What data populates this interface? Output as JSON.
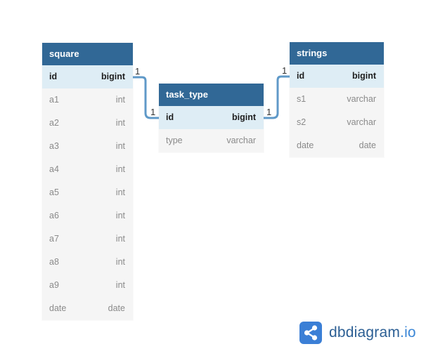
{
  "tables": {
    "square": {
      "name": "square",
      "columns": [
        {
          "name": "id",
          "type": "bigint"
        },
        {
          "name": "a1",
          "type": "int"
        },
        {
          "name": "a2",
          "type": "int"
        },
        {
          "name": "a3",
          "type": "int"
        },
        {
          "name": "a4",
          "type": "int"
        },
        {
          "name": "a5",
          "type": "int"
        },
        {
          "name": "a6",
          "type": "int"
        },
        {
          "name": "a7",
          "type": "int"
        },
        {
          "name": "a8",
          "type": "int"
        },
        {
          "name": "a9",
          "type": "int"
        },
        {
          "name": "date",
          "type": "date"
        }
      ]
    },
    "task_type": {
      "name": "task_type",
      "columns": [
        {
          "name": "id",
          "type": "bigint"
        },
        {
          "name": "type",
          "type": "varchar"
        }
      ]
    },
    "strings": {
      "name": "strings",
      "columns": [
        {
          "name": "id",
          "type": "bigint"
        },
        {
          "name": "s1",
          "type": "varchar"
        },
        {
          "name": "s2",
          "type": "varchar"
        },
        {
          "name": "date",
          "type": "date"
        }
      ]
    }
  },
  "relations": [
    {
      "from": "square.id",
      "to": "task_type.id",
      "from_card": "1",
      "to_card": "1"
    },
    {
      "from": "strings.id",
      "to": "task_type.id",
      "from_card": "1",
      "to_card": "1"
    }
  ],
  "brand": {
    "name": "dbdiagram",
    "tld": ".io",
    "icon": "share-nodes-icon"
  },
  "colors": {
    "header": "#316896",
    "pk_row": "#deedf5",
    "link": "#5f99c8",
    "brand": "#2c5f94"
  }
}
